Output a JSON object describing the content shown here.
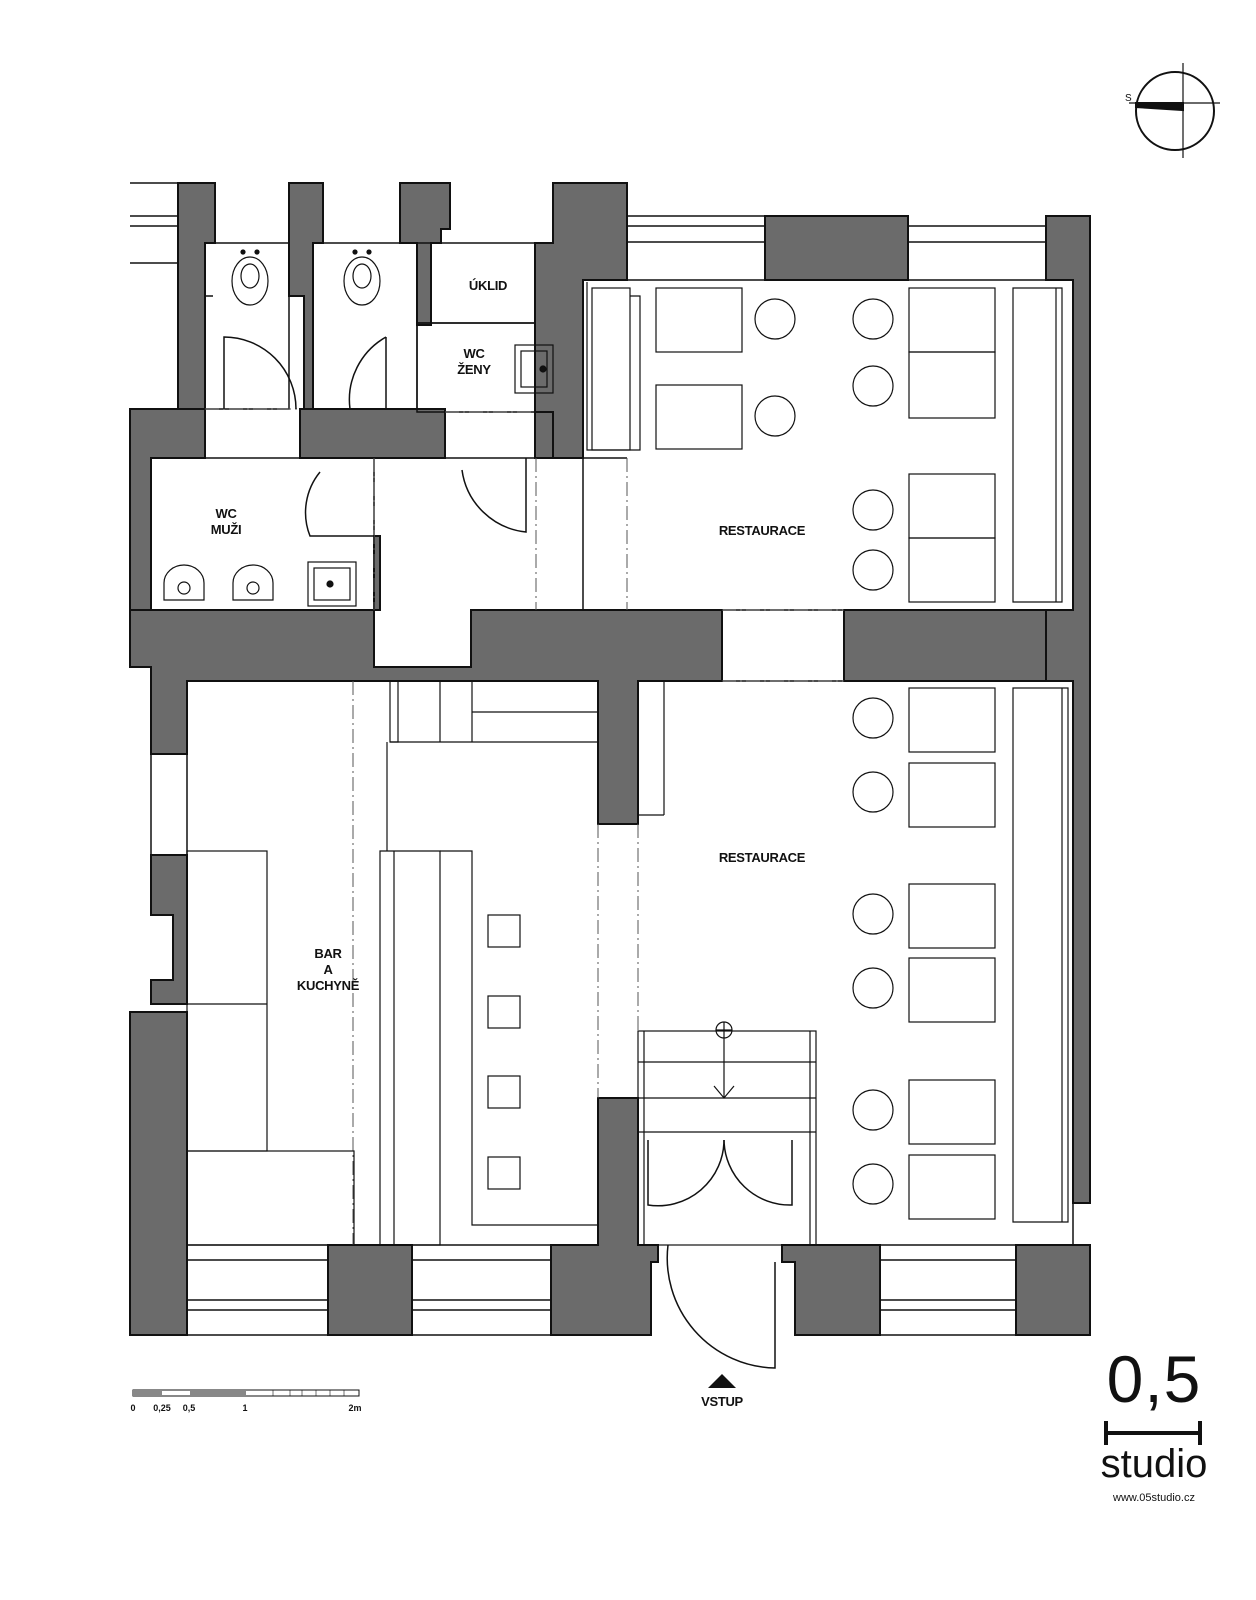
{
  "rooms": {
    "uklid": "ÚKLID",
    "wc_zeny": [
      "WC",
      "ŽENY"
    ],
    "wc_muzi": [
      "WC",
      "MUŽI"
    ],
    "restaurace_upper": "RESTAURACE",
    "restaurace_lower": "RESTAURACE",
    "bar_kuchyne": [
      "BAR",
      "A",
      "KUCHYNĚ"
    ]
  },
  "entrance_label": "VSTUP",
  "compass_label": "S",
  "scale_bar": {
    "labels": [
      "0",
      "0,25",
      "0,5",
      "1",
      "2m"
    ]
  },
  "logo": {
    "number": "0,5",
    "name": "studio",
    "url": "www.05studio.cz"
  },
  "colors": {
    "wall": "#6b6b6b",
    "line": "#111111",
    "thin": "#555555"
  }
}
